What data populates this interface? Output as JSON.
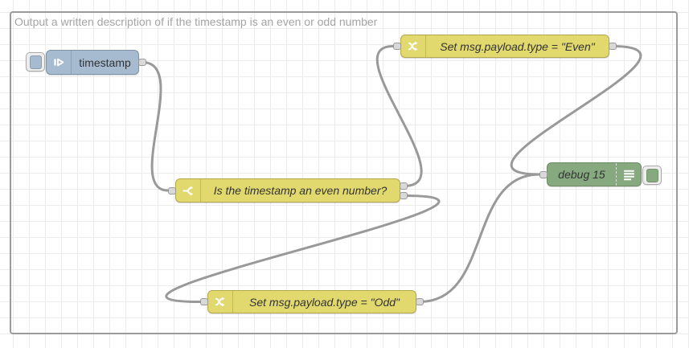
{
  "editor": {
    "type": "node-red-flow-canvas",
    "group": {
      "label": "Output a written description of if the timestamp is an even or odd number"
    },
    "nodes": {
      "inject": {
        "type": "inject",
        "label": "timestamp",
        "color": "#a6bbcf",
        "icon": "inject-arrow-icon",
        "has_button": true
      },
      "switch": {
        "type": "switch",
        "label": "Is the timestamp an even number?",
        "color": "#e2d96e",
        "icon": "switch-fork-icon",
        "outputs": 2
      },
      "change_even": {
        "type": "change",
        "label": "Set msg.payload.type = \"Even\"",
        "color": "#e2d96e",
        "icon": "shuffle-icon"
      },
      "change_odd": {
        "type": "change",
        "label": "Set msg.payload.type = \"Odd\"",
        "color": "#e2d96e",
        "icon": "shuffle-icon"
      },
      "debug": {
        "type": "debug",
        "label": "debug 15",
        "color": "#87a980",
        "icon": "list-lines-icon",
        "has_toggle_button": true
      }
    },
    "wires": [
      {
        "from": "timestamp",
        "to": "Is the timestamp an even number?"
      },
      {
        "from": "Is the timestamp an even number? (output 1)",
        "to": "Set msg.payload.type = \"Even\""
      },
      {
        "from": "Is the timestamp an even number? (output 2)",
        "to": "Set msg.payload.type = \"Odd\""
      },
      {
        "from": "Set msg.payload.type = \"Even\"",
        "to": "debug 15"
      },
      {
        "from": "Set msg.payload.type = \"Odd\"",
        "to": "debug 15"
      }
    ],
    "colors": {
      "wire": "#999999",
      "grid_line": "#ececec",
      "group_border": "#9b9b9b",
      "group_label_text": "#a4a4a4",
      "node_label_text": "#333333",
      "port_fill": "#d9d9d9",
      "inject_node": "#a6bbcf",
      "function_node": "#e2d96e",
      "debug_node": "#87a980"
    }
  }
}
